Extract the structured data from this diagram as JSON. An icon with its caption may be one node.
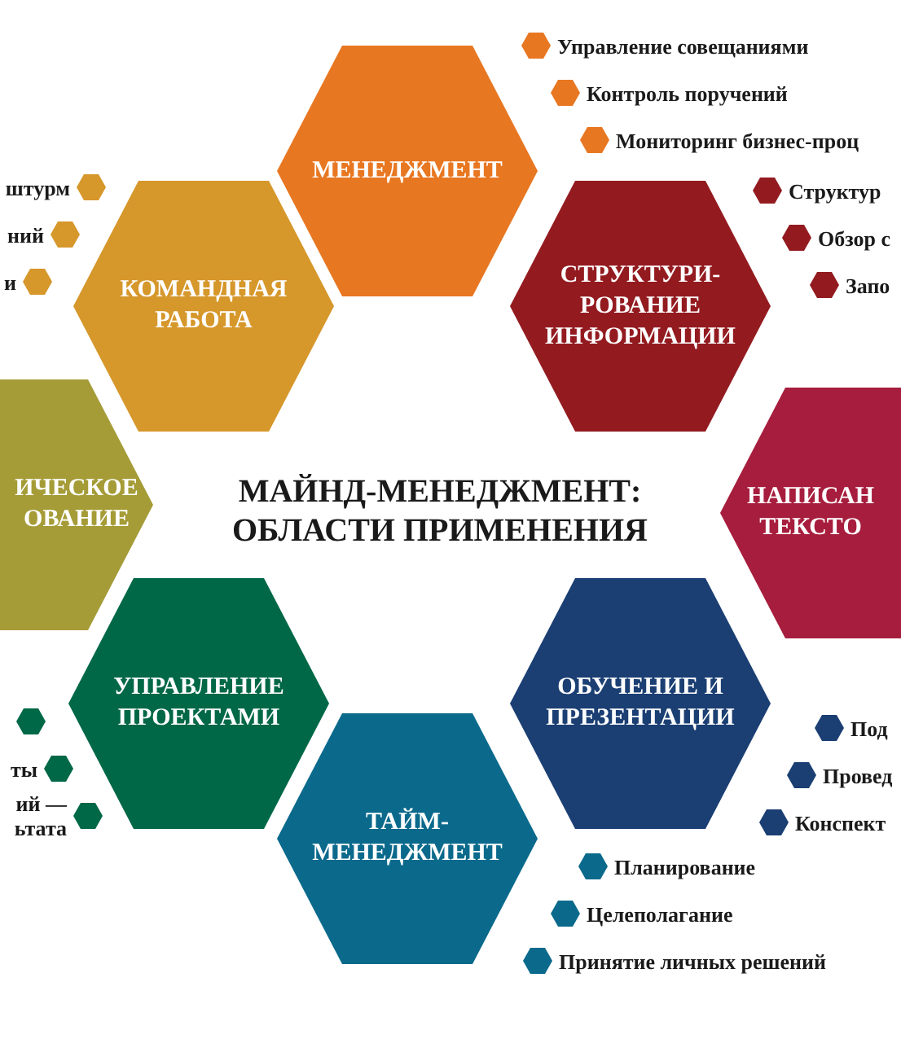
{
  "diagram": {
    "title": "МАЙНД-МЕНЕДЖМЕНТ: ОБЛАСТИ ПРИМЕНЕНИЯ",
    "nodes": [
      {
        "text": [
          "МЕНЕДЖМЕНТ"
        ],
        "beside": [
          "Управление совещаниями",
          "Контроль поручений",
          "Мониторинг бизнес-проц"
        ]
      },
      {
        "text": [
          "КОМАНДНАЯ РАБОТА"
        ],
        "beside": [
          "штурм",
          "ний",
          "и"
        ]
      },
      {
        "text": [
          "СТРУКТУРИ- РОВАНИЕ ИНФОРМАЦИИ"
        ],
        "beside": [
          "Структур",
          "Обзор с",
          "Запо"
        ]
      },
      {
        "text": [
          "ИЧЕСКОЕ ОВАНИЕ"
        ]
      },
      {
        "text": [
          "НАПИСАН ТЕКСТО"
        ]
      },
      {
        "text": [
          "УПРАВЛЕНИЕ ПРОЕКТАМИ"
        ],
        "beside": [
          "ты",
          "ий — ьтата"
        ]
      },
      {
        "text": [
          "ОБУЧЕНИЕ И ПРЕЗЕНТАЦИИ"
        ],
        "beside": [
          "Под",
          "Провед",
          "Конспект"
        ]
      },
      {
        "text": [
          "ТАЙМ- МЕНЕДЖМЕНТ"
        ],
        "beside": [
          "Планирование",
          "Целеполагание",
          "Принятие личных решений"
        ]
      }
    ]
  }
}
